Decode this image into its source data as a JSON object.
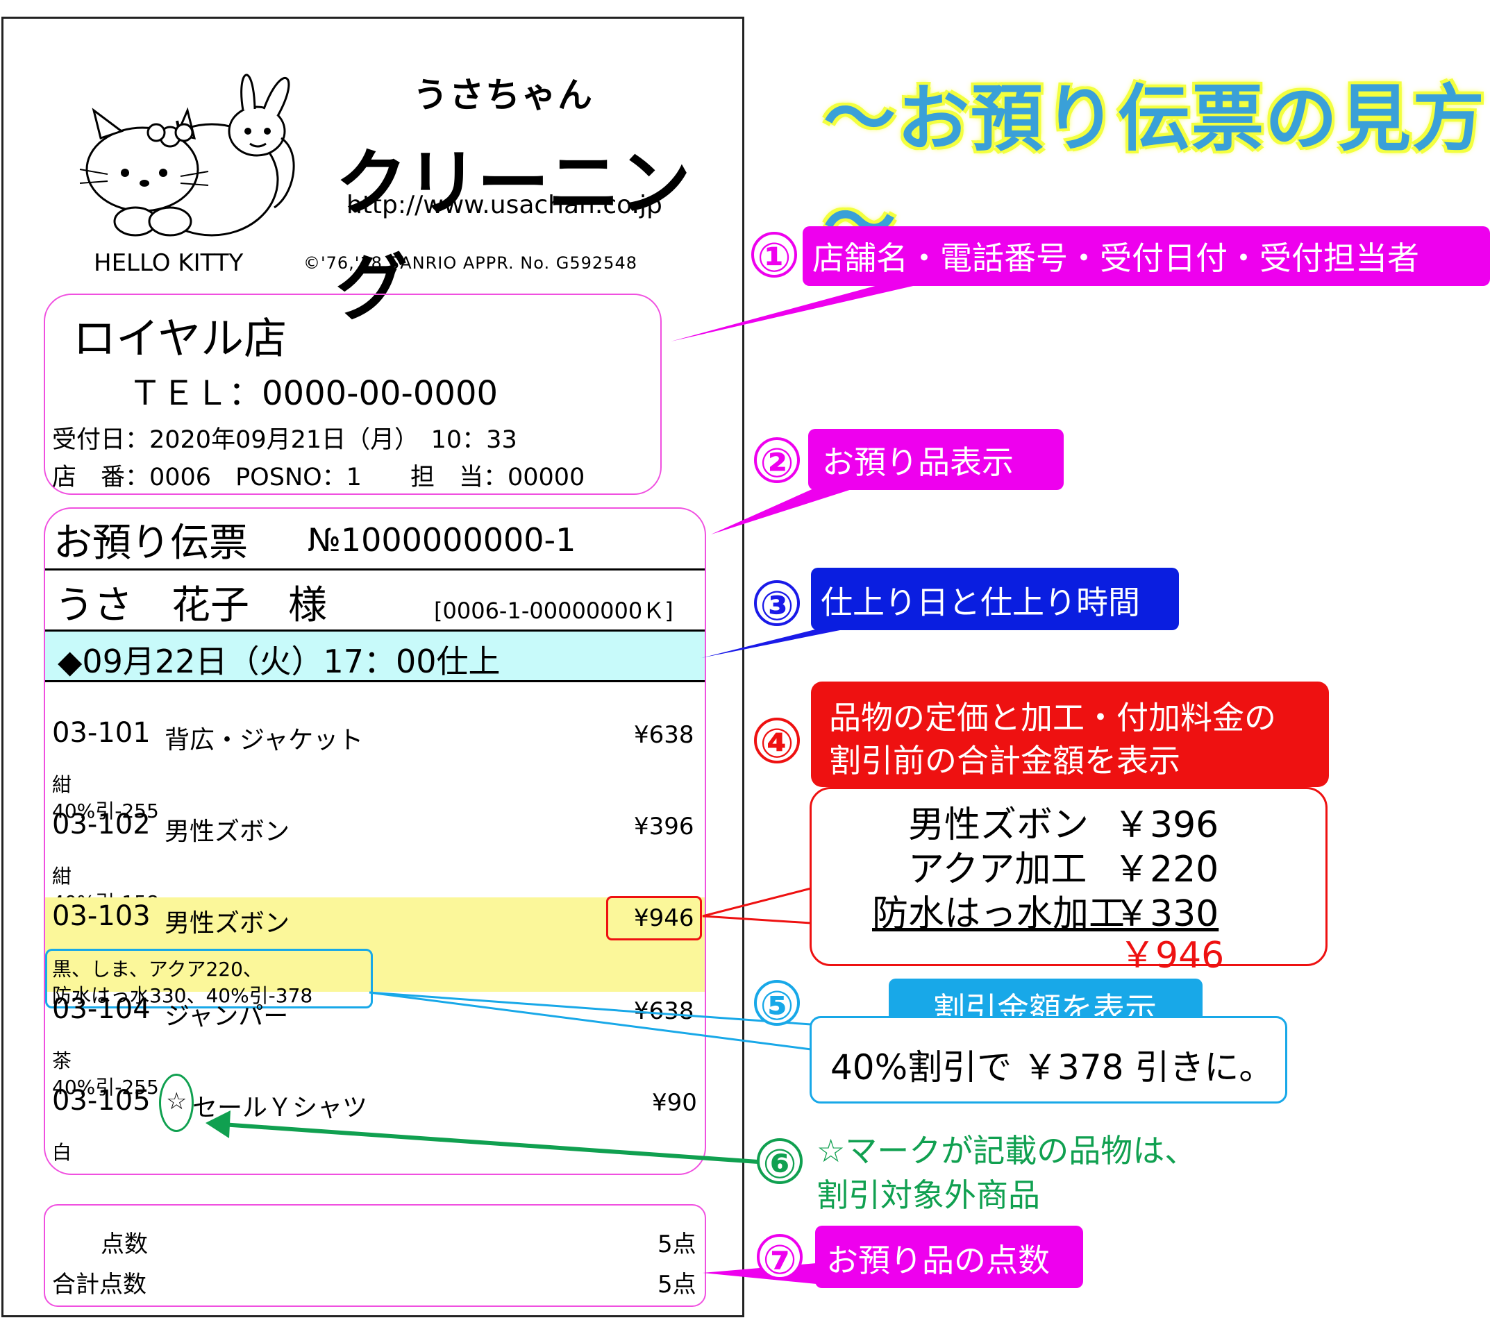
{
  "brand": {
    "top": "うさちゃん",
    "main": "クリーニング",
    "url": "http://www.usachan.co.jp",
    "kitty": "HELLO KITTY",
    "copyright": "©'76,'18 SANRIO  APPR. No. G592548"
  },
  "store": {
    "name": "ロイヤル店",
    "tel": "ＴＥＬ：0000-00-0000",
    "date": "受付日：2020年09月21日（月）　10：33",
    "info": "店　番：0006　POSNO：1　　担　当：00000"
  },
  "slip": {
    "title": "お預り伝票",
    "number": "№1000000000-1",
    "customer": "うさ　花子　様",
    "code": "[0006-1-00000000Ｋ]",
    "finish": "◆09月22日（火）17：00仕上"
  },
  "items": [
    {
      "code": "03-101",
      "name": "背広・ジャケット",
      "price": "¥638",
      "detail1": "紺",
      "detail2": "40%引-255"
    },
    {
      "code": "03-102",
      "name": "男性ズボン",
      "price": "¥396",
      "detail1": "紺",
      "detail2": "40%引-158"
    },
    {
      "code": "03-103",
      "name": "男性ズボン",
      "price": "¥946",
      "detail1": "黒、しま、アクア220、",
      "detail2": "防水はっ水330、40%引-378"
    },
    {
      "code": "03-104",
      "name": "ジャンパー",
      "price": "¥638",
      "detail1": "茶",
      "detail2": "40%引-255"
    },
    {
      "code": "03-105",
      "star": "☆",
      "name": "セールＹシャツ",
      "price": "¥90",
      "detail1": "白",
      "detail2": ""
    }
  ],
  "totals": {
    "count_label": "点数",
    "count_value": "5点",
    "total_label": "合計点数",
    "total_value": "5点"
  },
  "guide": {
    "title": "～お預り伝票の見方～",
    "n1": "①",
    "n2": "②",
    "n3": "③",
    "n4": "④",
    "n5": "⑤",
    "n6": "⑥",
    "n7": "⑦",
    "note1": "店舗名・電話番号・受付日付・受付担当者",
    "note2": "お預り品表示",
    "note3": "仕上り日と仕上り時間",
    "note4_line1": "品物の定価と加工・付加料金の",
    "note4_line2": "割引前の合計金額を表示",
    "price_rows": [
      {
        "label": "男性ズボン",
        "value": "￥396"
      },
      {
        "label": "アクア加工",
        "value": "￥220"
      },
      {
        "label": "防水はっ水加工",
        "value": "￥330"
      }
    ],
    "price_total": "￥946",
    "note5": "割引金額を表示",
    "note5_detail": "40%割引で ￥378 引きに。",
    "note6_line1": "☆マークが記載の品物は、",
    "note6_line2": "割引対象外商品",
    "note7": "お預り品の点数"
  },
  "colors": {
    "pink": "#ee00ee",
    "blue": "#0a1ee0",
    "red": "#ee1111",
    "cyan": "#18a8e8",
    "green": "#10a050",
    "highlight_yellow": "#fbf79a",
    "finish_bg": "#c8fafa"
  }
}
